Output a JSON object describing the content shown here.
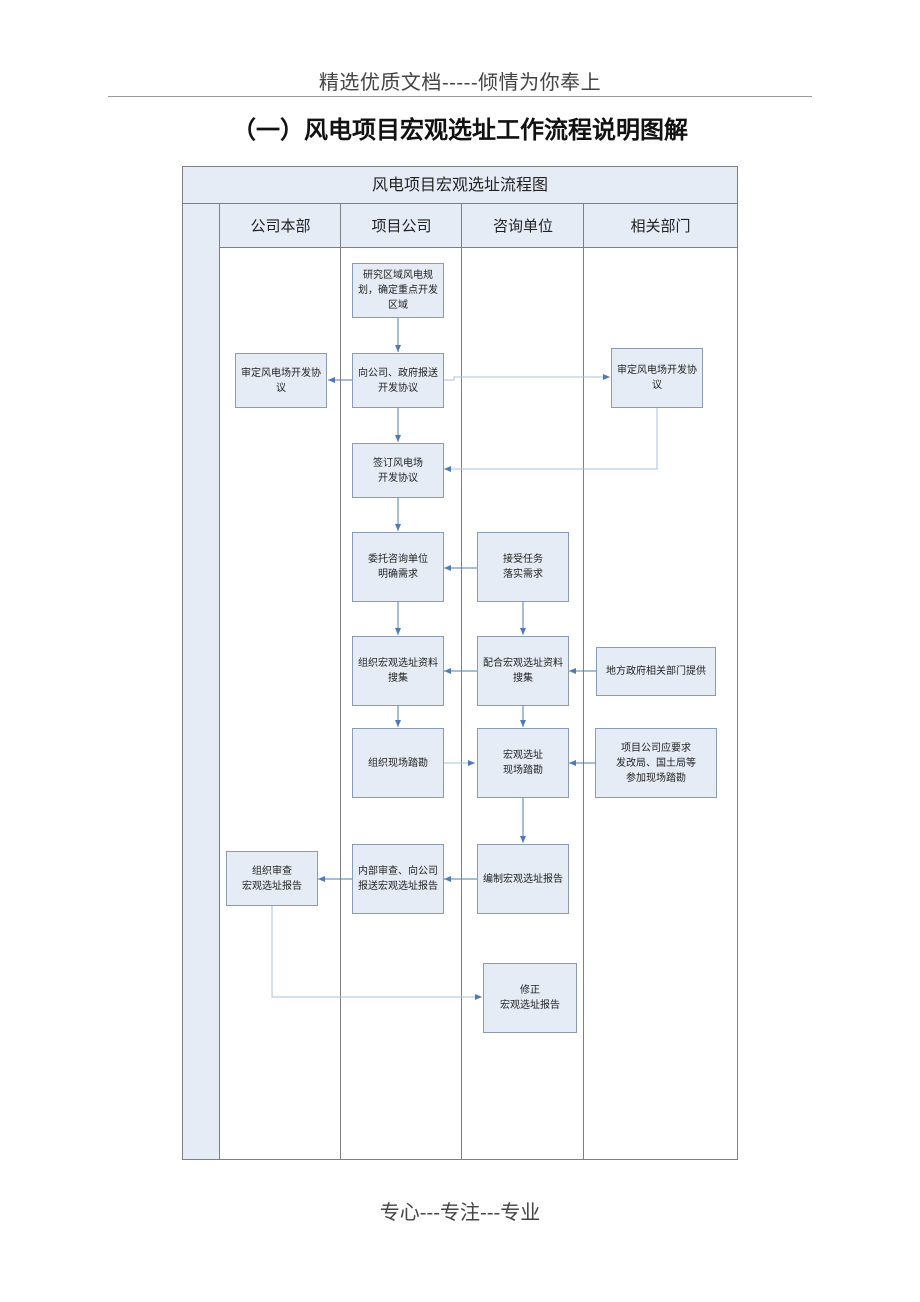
{
  "page": {
    "header": "精选优质文档-----倾情为你奉上",
    "title": "（一）风电项目宏观选址工作流程说明图解",
    "footer": "专心---专注---专业"
  },
  "diagram": {
    "title": "风电项目宏观选址流程图",
    "lanes": [
      "公司本部",
      "项目公司",
      "咨询单位",
      "相关部门"
    ],
    "nodes": {
      "research": "研究区域风电规\n划，确定重点开发\n区域",
      "hq_review_agreement": "审定风电场开发协\n议",
      "submit_agreement": "向公司、政府报送\n开发协议",
      "dept_review_agreement": "审定风电场开发协\n议",
      "sign_agreement": "签订风电场\n开发协议",
      "entrust_consultant": "委托咨询单位\n明确需求",
      "accept_task": "接受任务\n落实需求",
      "organize_collection": "组织宏观选址资料\n搜集",
      "assist_collection": "配合宏观选址资料\n搜集",
      "local_gov_provide": "地方政府相关部门提供",
      "organize_survey": "组织现场踏勘",
      "site_survey": "宏观选址\n现场踏勘",
      "dept_join_survey": "项目公司应要求\n发改局、国土局等\n参加现场踏勘",
      "hq_review_report": "组织审查\n宏观选址报告",
      "internal_review": "内部审查、向公司\n报送宏观选址报告",
      "compile_report": "编制宏观选址报告",
      "revise_report": "修正\n宏观选址报告"
    }
  },
  "colors": {
    "box_fill": "#e6ecf6",
    "box_border": "#8b9bb4",
    "arrow": "#4f7bb5",
    "grid_line": "#7f7f7f"
  }
}
